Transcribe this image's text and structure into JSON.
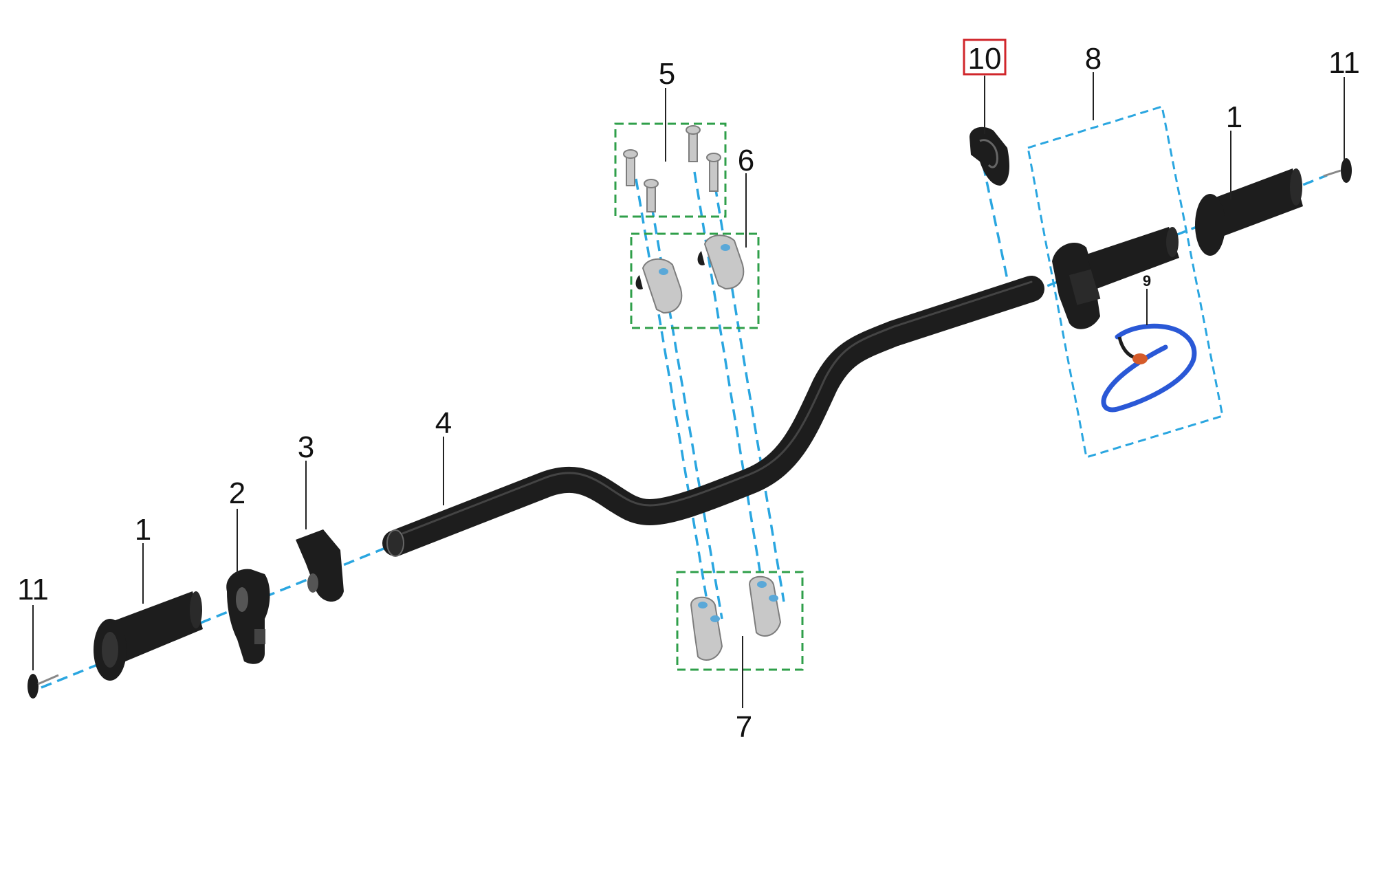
{
  "callouts": {
    "grip_left": "1",
    "switch_housing": "2",
    "clamp": "3",
    "handlebar": "4",
    "bolts": "5",
    "upper_clamps": "6",
    "lower_clamps": "7",
    "throttle_assembly": "8",
    "lanyard": "9",
    "kill_switch_cap": "10",
    "end_cap_left": "11",
    "grip_right": "1",
    "end_cap_right": "11"
  },
  "colors": {
    "axis_lines": "#2aa6e0",
    "group_boxes": "#2f9f4a",
    "highlight_box": "#d0262b",
    "parts": "#1d1d1d",
    "lanyard": "#2a58d6"
  }
}
